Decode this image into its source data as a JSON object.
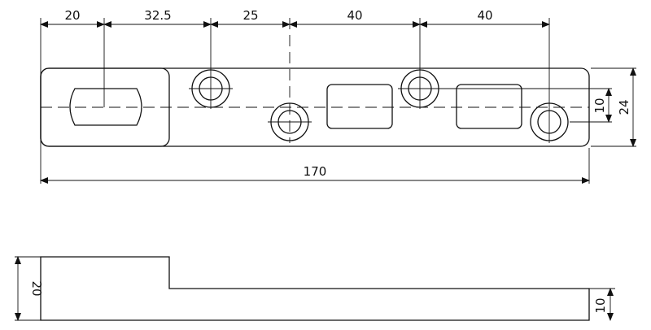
{
  "dimensions": {
    "top_20": "20",
    "top_32_5": "32.5",
    "top_25": "25",
    "top_40a": "40",
    "top_40b": "40",
    "overall_170": "170",
    "right_10": "10",
    "right_24": "24",
    "side_20": "20",
    "side_10": "10"
  }
}
